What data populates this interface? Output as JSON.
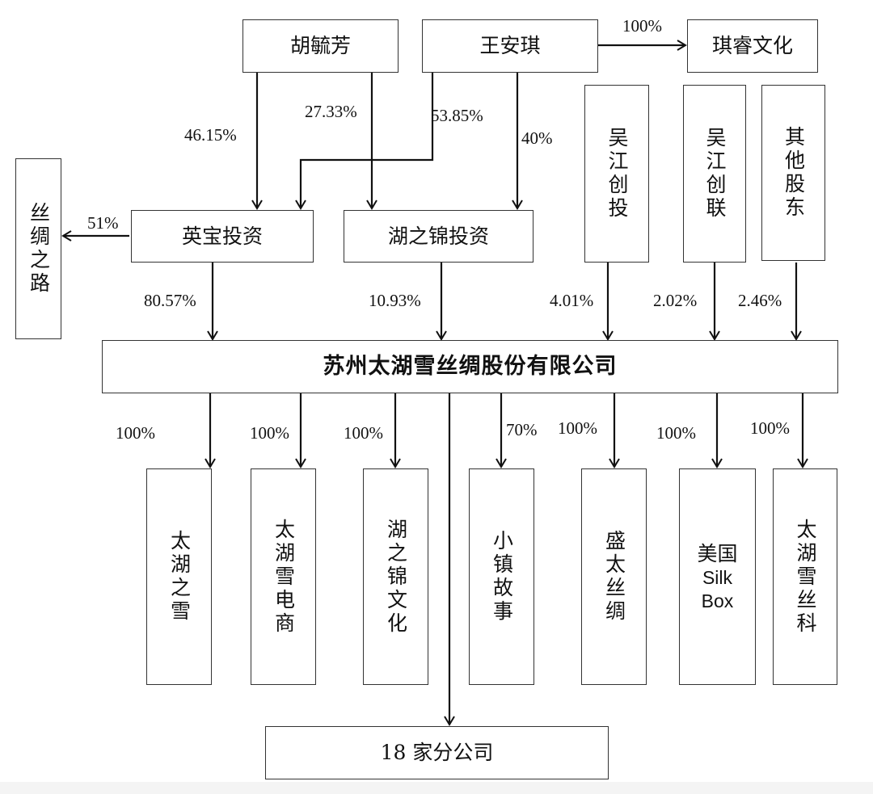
{
  "nodes": {
    "hu_yufang": "胡毓芳",
    "wang_anqi": "王安琪",
    "qirui_wenhua": "琪睿文化",
    "wujiang_chuangtou": "吴江创投",
    "wujiang_chuanglian": "吴江创联",
    "qita_gudong": "其他股东",
    "sichou_zhilu": "丝绸之路",
    "yingbao_touzi": "英宝投资",
    "huzhijin_touzi": "湖之锦投资",
    "company": "苏州太湖雪丝绸股份有限公司",
    "taihu_zhixue": "太湖之雪",
    "taihuxue_dianshang": "太湖雪电商",
    "huzhijin_wenhua": "湖之锦文化",
    "xiaozhen_gushi": "小镇故事",
    "shengtai_sichou": "盛太丝绸",
    "meiguo_silkbox_cn": "美国",
    "meiguo_silkbox_en1": "Silk",
    "meiguo_silkbox_en2": "Box",
    "taihuxue_sike": "太湖雪丝科",
    "branches": "18 家分公司"
  },
  "percentages": {
    "wang_to_qirui": "100%",
    "hu_to_yingbao": "46.15%",
    "hu_to_huzhijin": "27.33%",
    "wang_to_yingbao": "53.85%",
    "wang_to_huzhijin": "40%",
    "yingbao_to_sichou": "51%",
    "yingbao_to_company": "80.57%",
    "huzhijin_to_company": "10.93%",
    "wujiang_ct_to_company": "4.01%",
    "wujiang_cl_to_company": "2.02%",
    "qita_to_company": "2.46%",
    "to_taihu_zhixue": "100%",
    "to_dianshang": "100%",
    "to_huzhijin_wenhua": "100%",
    "to_xiaozhen": "70%",
    "to_shengtai": "100%",
    "to_silkbox": "100%",
    "to_sike": "100%"
  }
}
